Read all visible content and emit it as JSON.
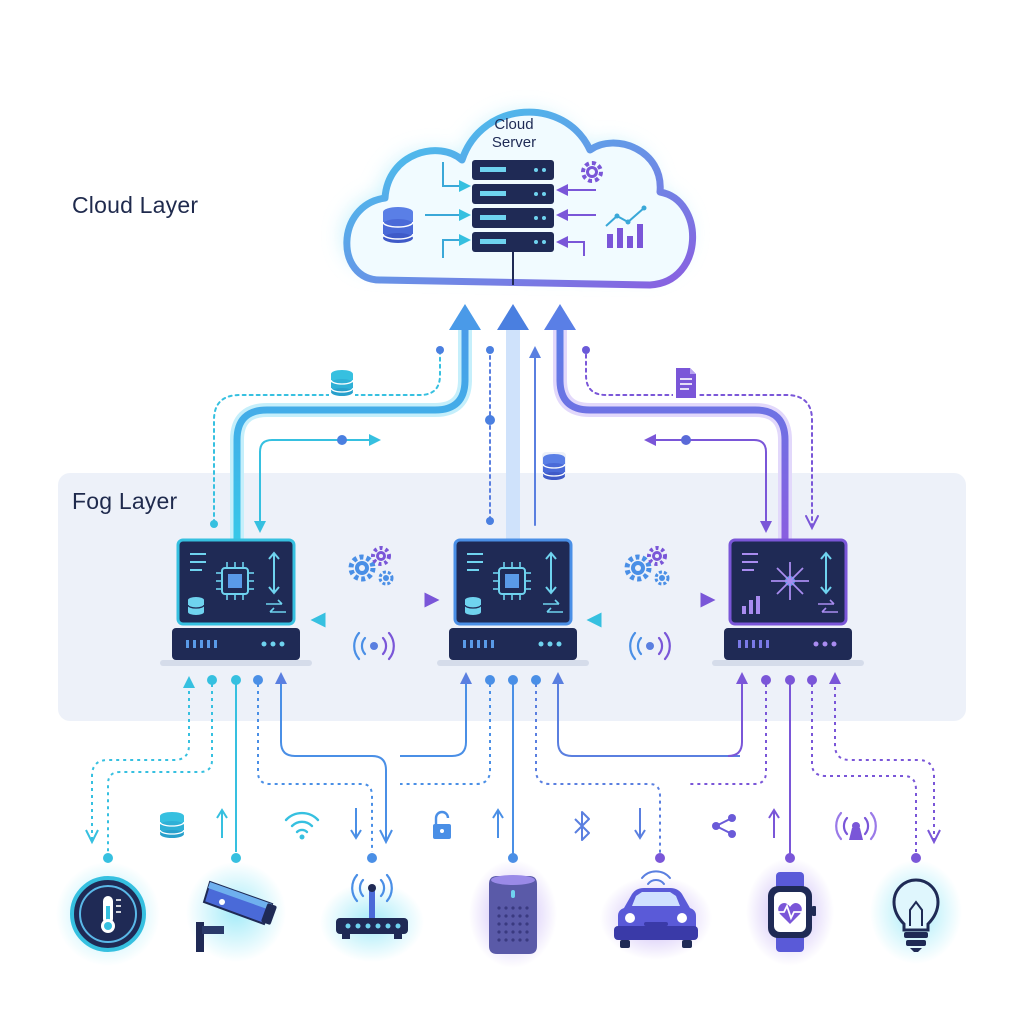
{
  "layers": {
    "cloud": "Cloud Layer",
    "fog": "Fog Layer"
  },
  "cloud_server": {
    "title_line1": "Cloud",
    "title_line2": "Server"
  },
  "colors": {
    "cyan": "#36c6e6",
    "blue": "#4a8fe6",
    "purple": "#7a56d8",
    "navy": "#1f2a55",
    "fog_band": "#edf1f9"
  },
  "fog_nodes": [
    {
      "id": "fog-node-left",
      "center_icon": "cpu-chip-icon"
    },
    {
      "id": "fog-node-center",
      "center_icon": "cpu-chip-icon"
    },
    {
      "id": "fog-node-right",
      "center_icon": "network-hub-icon"
    }
  ],
  "edge_devices": [
    "thermostat-icon",
    "security-camera-icon",
    "wifi-router-icon",
    "smart-speaker-icon",
    "connected-car-icon",
    "smartwatch-icon",
    "smart-bulb-icon"
  ],
  "link_icons": [
    "database-icon",
    "wifi-icon",
    "lock-icon",
    "bluetooth-icon",
    "share-icon",
    "broadcast-icon"
  ]
}
